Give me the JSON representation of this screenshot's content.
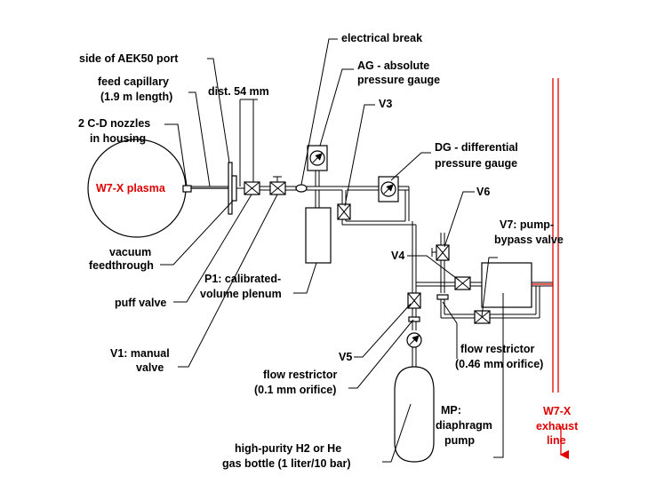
{
  "colors": {
    "plasma_label": "#e00000",
    "exhaust": "#e00000",
    "line": "#000000"
  },
  "labels": {
    "side_port": "side of AEK50 port",
    "feed_capillary_1": "feed capillary",
    "feed_capillary_2": "(1.9 m length)",
    "dist": "dist. 54 mm",
    "nozzles_1": "2 C-D nozzles",
    "nozzles_2": "in housing",
    "plasma": "W7-X plasma",
    "feedthrough_1": "vacuum",
    "feedthrough_2": "feedthrough",
    "puff_valve": "puff valve",
    "v1_1": "V1: manual",
    "v1_2": "valve",
    "electrical_break": "electrical break",
    "ag_1": "AG - absolute",
    "ag_2": "pressure gauge",
    "v3": "V3",
    "dg_1": "DG - differential",
    "dg_2": "pressure gauge",
    "v6": "V6",
    "v7_1": "V7: pump-",
    "v7_2": "bypass valve",
    "v4": "V4",
    "p1_1": "P1: calibrated-",
    "p1_2": "volume plenum",
    "v5": "V5",
    "fr1_1": "flow restrictor",
    "fr1_2": "(0.1 mm orifice)",
    "fr2_1": "flow restrictor",
    "fr2_2": "(0.46 mm orifice)",
    "mp_1": "MP:",
    "mp_2": "diaphragm",
    "mp_3": "pump",
    "bottle_1": "high-purity H2 or He",
    "bottle_2": "gas bottle (1 liter/10 bar)",
    "exhaust_1": "W7-X",
    "exhaust_2": "exhaust",
    "exhaust_3": "line"
  },
  "icons": [
    "pressure-gauge-icon",
    "valve-icon",
    "plasma-vessel-icon",
    "exhaust-arrow-icon"
  ]
}
